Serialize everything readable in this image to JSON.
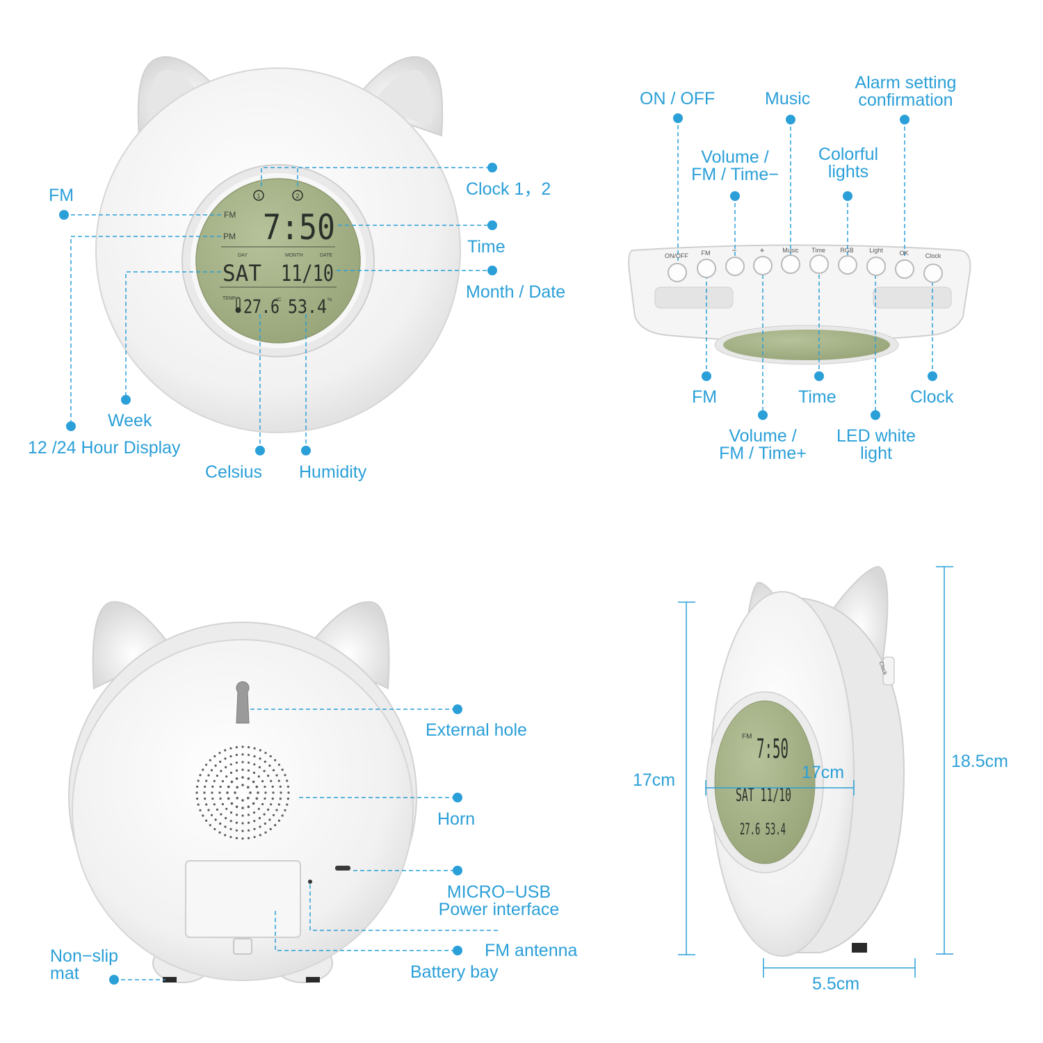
{
  "front": {
    "labels": {
      "fm": "FM",
      "clock": "Clock 1，2",
      "time": "Time",
      "month_date": "Month / Date",
      "week": "Week",
      "hour_display": "12 /24 Hour Display",
      "celsius": "Celsius",
      "humidity": "Humidity"
    },
    "lcd": {
      "alarm1": "1",
      "alarm2": "2",
      "fm": "FM",
      "pm": "PM",
      "time": "7:50",
      "day_hdr": "DAY",
      "month_hdr": "MONTH",
      "date_hdr": "DATE",
      "day": "SAT",
      "month_date": "11/10",
      "temp_hdr": "TEMP",
      "temp": "27.6",
      "temp_unit": "°C",
      "humidity": "53.4",
      "humidity_unit": "%"
    }
  },
  "top": {
    "labels": {
      "on_off": "ON / OFF",
      "music": "Music",
      "alarm_confirm_1": "Alarm setting",
      "alarm_confirm_2": "confirmation",
      "vol_minus_1": "Volume /",
      "vol_minus_2": "FM / Time−",
      "colorful_1": "Colorful",
      "colorful_2": "lights",
      "fm": "FM",
      "time": "Time",
      "clock": "Clock",
      "vol_plus_1": "Volume /",
      "vol_plus_2": "FM / Time+",
      "led_1": "LED white",
      "led_2": "light"
    },
    "buttons": [
      "ON/OFF",
      "FM",
      "−",
      "+",
      "Music",
      "Time",
      "RGB",
      "Light",
      "OK",
      "Clock"
    ]
  },
  "back": {
    "labels": {
      "external_hole": "External hole",
      "horn": "Horn",
      "usb_1": "MICRO−USB",
      "usb_2": "Power interface",
      "fm_antenna": "FM antenna",
      "battery_bay": "Battery bay",
      "nonslip_1": "Non−slip",
      "nonslip_2": "mat"
    }
  },
  "side": {
    "labels": {
      "height_17": "17cm",
      "width_17": "17cm",
      "height_185": "18.5cm",
      "depth": "5.5cm",
      "clock_btn": "Clock"
    }
  },
  "colors": {
    "accent": "#2a9fd8",
    "lcd_green": "#a9b58a",
    "device_white": "#f2f2f2"
  }
}
